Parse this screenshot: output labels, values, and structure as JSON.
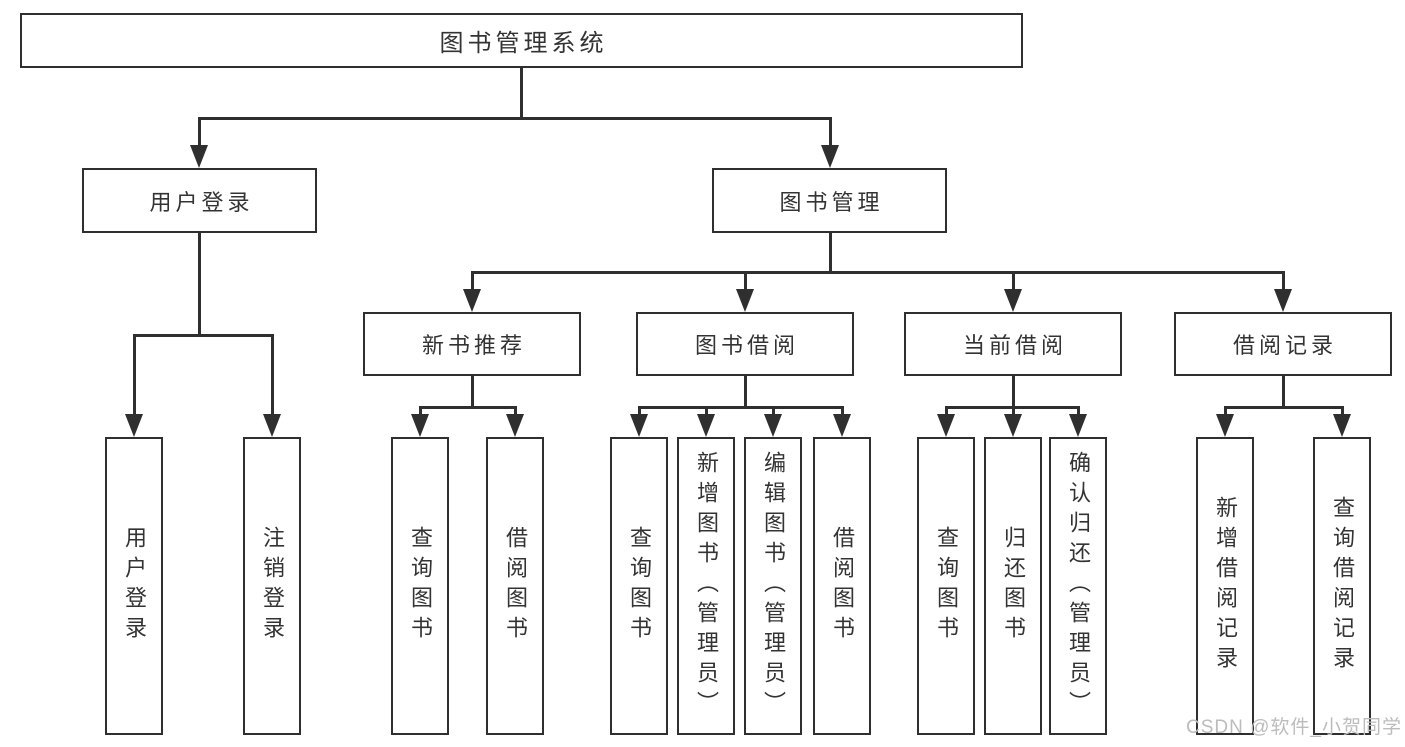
{
  "diagram_title": "图书管理系统",
  "colors": {
    "line": "#2f2f2f",
    "text": "#333333",
    "box_background": "#ffffff",
    "watermark": "#bcbcbc"
  },
  "nodes": {
    "root": {
      "label": "图书管理系统"
    },
    "level1": [
      {
        "label": "用户登录"
      },
      {
        "label": "图书管理"
      }
    ],
    "level2": [
      {
        "label": "新书推荐"
      },
      {
        "label": "图书借阅"
      },
      {
        "label": "当前借阅"
      },
      {
        "label": "借阅记录"
      }
    ],
    "leaves": [
      {
        "label": "用户登录",
        "parent": "用户登录"
      },
      {
        "label": "注销登录",
        "parent": "用户登录"
      },
      {
        "label": "查询图书",
        "parent": "新书推荐"
      },
      {
        "label": "借阅图书",
        "parent": "新书推荐"
      },
      {
        "label": "查询图书",
        "parent": "图书借阅"
      },
      {
        "label": "新增图书（管理员）",
        "parent": "图书借阅"
      },
      {
        "label": "编辑图书（管理员）",
        "parent": "图书借阅"
      },
      {
        "label": "借阅图书",
        "parent": "图书借阅"
      },
      {
        "label": "查询图书",
        "parent": "当前借阅"
      },
      {
        "label": "归还图书",
        "parent": "当前借阅"
      },
      {
        "label": "确认归还（管理员）",
        "parent": "当前借阅"
      },
      {
        "label": "新增借阅记录",
        "parent": "借阅记录"
      },
      {
        "label": "查询借阅记录",
        "parent": "借阅记录"
      }
    ]
  },
  "watermark": {
    "text": "CSDN @软件_小贺同学"
  }
}
